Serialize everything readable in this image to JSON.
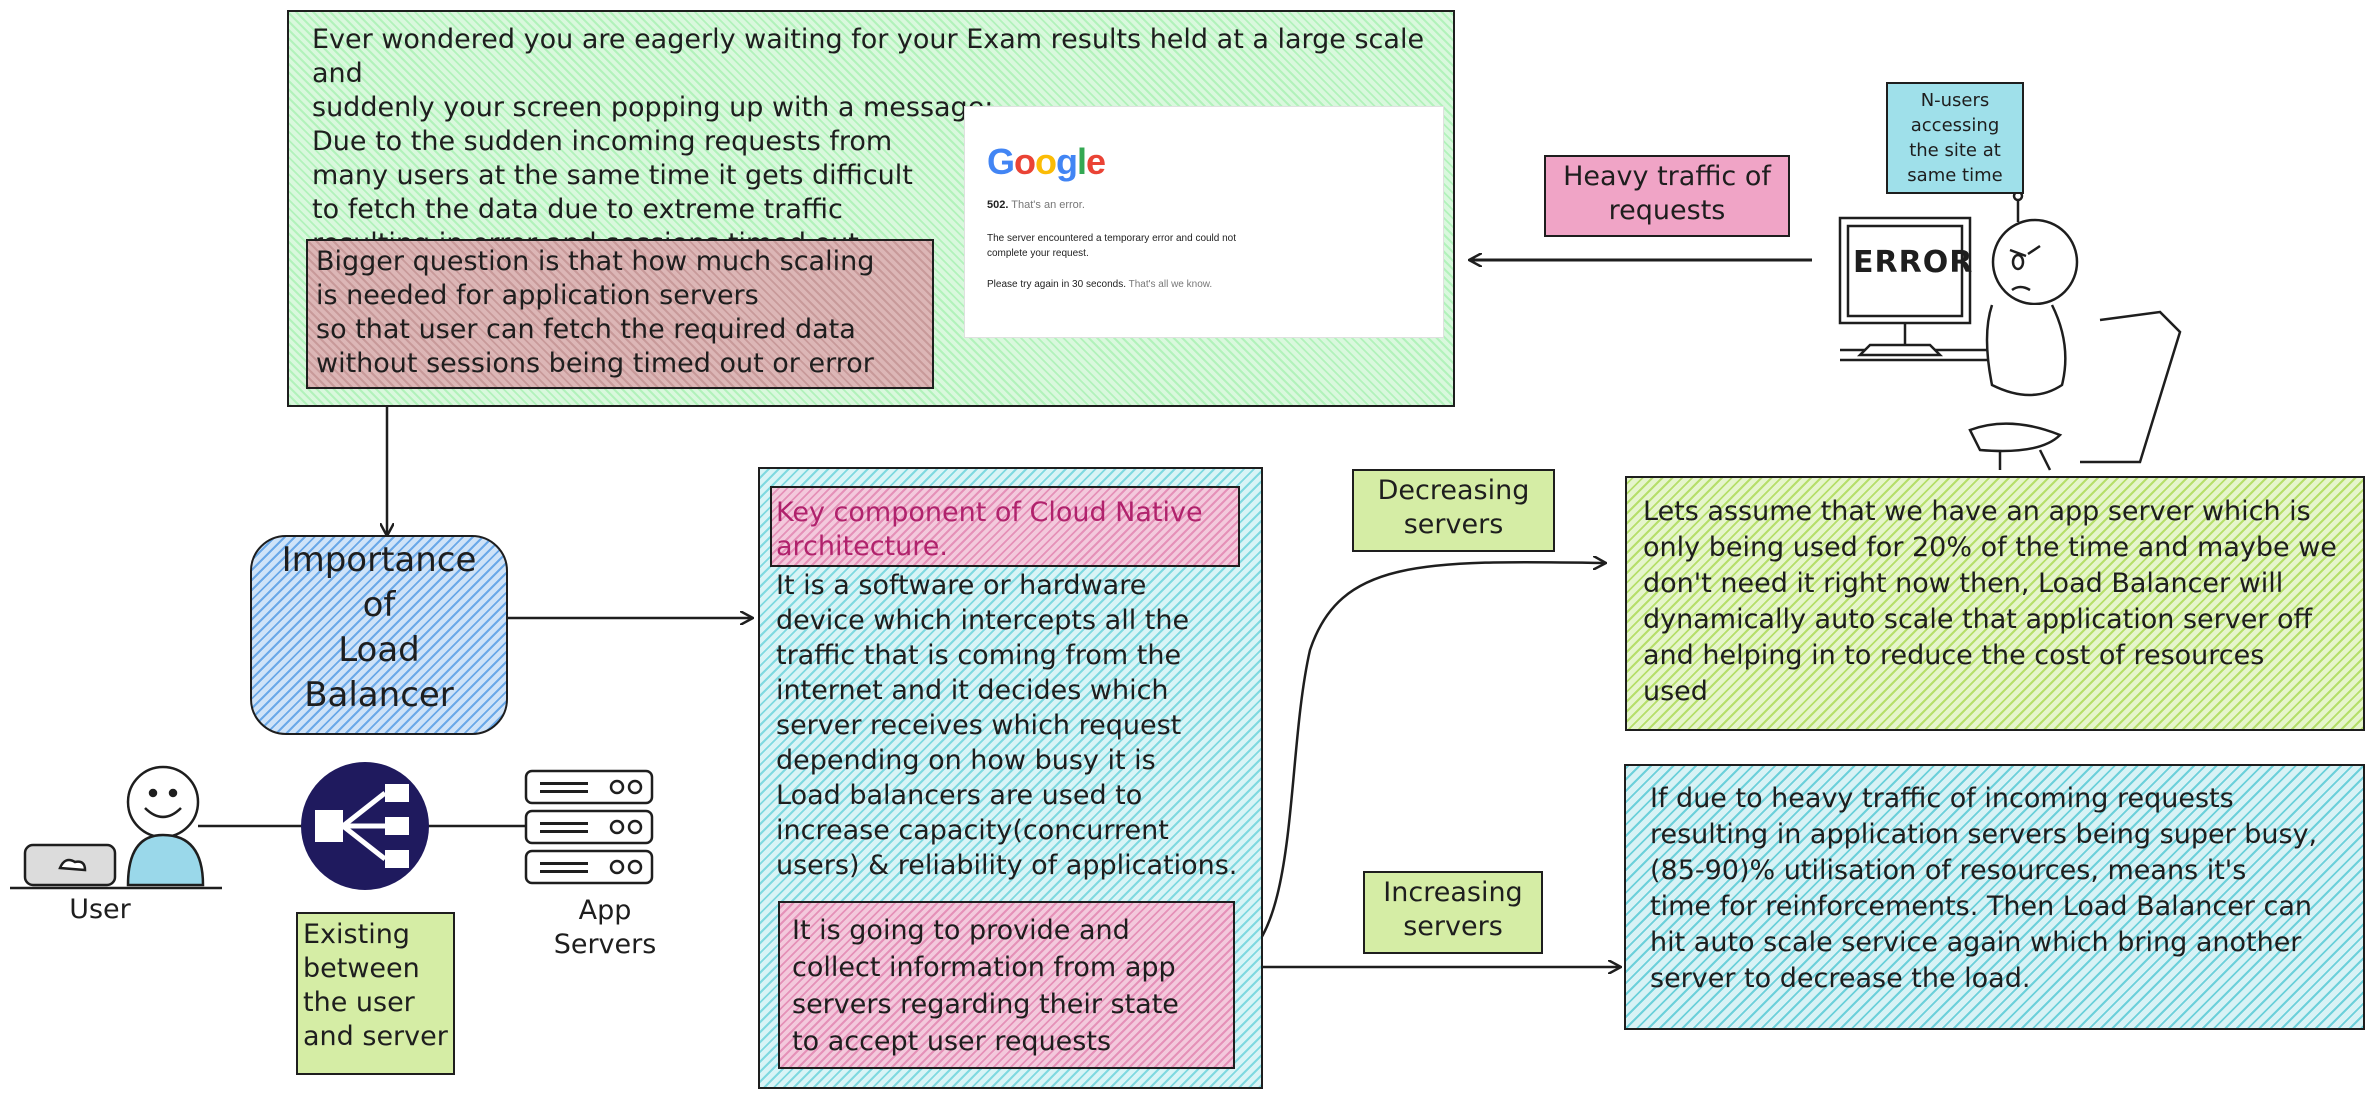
{
  "intro": {
    "text": "Ever wondered you are eagerly waiting for your Exam results held at a large scale and\nsuddenly your screen popping up with a message:\nDue to the sudden incoming requests from\nmany users at the same time it gets difficult\nto fetch the data due to extreme traffic\nresulting in error and sessions timed out."
  },
  "question": {
    "text": "Bigger question is that how much scaling\nis needed for application servers\nso that user can fetch the required data\nwithout sessions being timed out or error"
  },
  "google_error": {
    "logo": "Google",
    "code": "502.",
    "code_suffix": "That's an error.",
    "message": "The server encountered a temporary error and could not\ncomplete your request.",
    "retry": "Please try again in 30 seconds.",
    "retry_suffix": "That's all we know."
  },
  "traffic_label": {
    "text": "Heavy traffic of\nrequests"
  },
  "nusers_note": {
    "text": "N-users\naccessing\nthe site at\nsame time"
  },
  "error_screen": {
    "text": "ERROR"
  },
  "importance": {
    "text": "Importance\nof\nLoad\nBalancer"
  },
  "lb_info": {
    "title": "Key component of Cloud Native\narchitecture.",
    "description": "It is a software or hardware\ndevice which intercepts all the\ntraffic that is coming from the\ninternet and it decides which\nserver receives which request\ndepending on how busy it is\nLoad balancers are used to\nincrease capacity(concurrent\nusers) & reliability of applications.",
    "collect": "It is going to provide and\ncollect information from app\nservers regarding their state\nto accept user requests"
  },
  "decreasing": {
    "label": "Decreasing\nservers",
    "text": "Lets assume that we have an app server which is\nonly being used for 20% of the time and maybe we\ndon't need it right now then, Load Balancer will\ndynamically auto scale that application server off\nand helping in to reduce the cost of resources\nused"
  },
  "increasing": {
    "label": "Increasing\nservers",
    "text": "If due to heavy traffic of incoming requests\nresulting in application servers being super busy,\n(85-90)% utilisation of resources, means it's\ntime for reinforcements. Then Load Balancer can\nhit auto scale service again which bring another\nserver to decrease the load."
  },
  "user": {
    "label": "User"
  },
  "app_servers": {
    "label": "App\nServers"
  },
  "existing_note": {
    "text": "Existing\nbetween\nthe user\nand server"
  },
  "colors": {
    "google_blue": "#4285F4",
    "google_red": "#EA4335",
    "google_yellow": "#FBBC05",
    "google_green": "#34A853",
    "lb_icon": "#1f1a5e"
  }
}
